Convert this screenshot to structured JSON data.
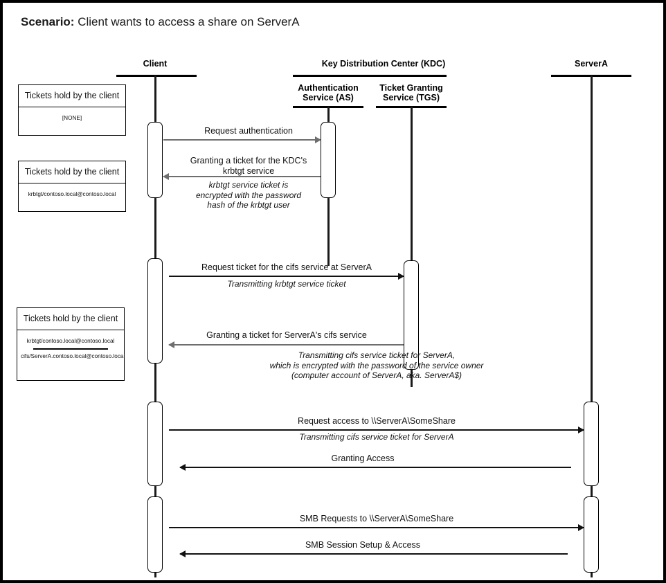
{
  "title": {
    "prefix": "Scenario:",
    "text": " Client wants to access a share on ServerA"
  },
  "lifelines": [
    {
      "id": "client",
      "label": "Client"
    },
    {
      "id": "kdc",
      "label": "Key Distribution Center (KDC)"
    },
    {
      "id": "as",
      "label": "Authentication\nService (AS)"
    },
    {
      "id": "tgs",
      "label": "Ticket Granting\nService (TGS)"
    },
    {
      "id": "servera",
      "label": "ServerA"
    }
  ],
  "ticket_boxes": [
    {
      "id": "tickets-initial",
      "header": "Tickets hold by the client",
      "items": [
        "[NONE]"
      ]
    },
    {
      "id": "tickets-after-as",
      "header": "Tickets hold by the client",
      "items": [
        "krbtgt/contoso.local@contoso.local"
      ]
    },
    {
      "id": "tickets-after-tgs",
      "header": "Tickets hold by the client",
      "items": [
        "krbtgt/contoso.local@contoso.local",
        "cifs/ServerA.contoso.local@contoso.local"
      ]
    }
  ],
  "messages": [
    {
      "id": "request-authentication",
      "label": "Request authentication",
      "sub": "",
      "from": "client",
      "to": "as",
      "direction": "right",
      "color": "gray"
    },
    {
      "id": "granting-krbtgt-ticket",
      "label": "Granting a ticket for the KDC's\nkrbtgt service",
      "sub": "krbtgt service ticket is\nencrypted with the password\nhash of the krbtgt user",
      "from": "as",
      "to": "client",
      "direction": "left",
      "color": "gray"
    },
    {
      "id": "request-cifs-ticket",
      "label": "Request ticket for the cifs service at ServerA",
      "sub": "Transmitting krbtgt service ticket",
      "from": "client",
      "to": "tgs",
      "direction": "right",
      "color": "black"
    },
    {
      "id": "granting-cifs-ticket",
      "label": "Granting a ticket for ServerA's cifs service",
      "sub": "Transmitting cifs service ticket for ServerA,\nwhich is encrypted with the password of the service owner\n(computer account of ServerA, aka. ServerA$)",
      "from": "tgs",
      "to": "client",
      "direction": "left",
      "color": "gray"
    },
    {
      "id": "request-share-access",
      "label": "Request access to \\\\ServerA\\SomeShare",
      "sub": "Transmitting cifs service ticket for ServerA",
      "from": "client",
      "to": "servera",
      "direction": "right",
      "color": "black"
    },
    {
      "id": "granting-access",
      "label": "Granting Access",
      "sub": "",
      "from": "servera",
      "to": "client",
      "direction": "left",
      "color": "black"
    },
    {
      "id": "smb-requests",
      "label": "SMB Requests to \\\\ServerA\\SomeShare",
      "sub": "",
      "from": "client",
      "to": "servera",
      "direction": "right",
      "color": "black"
    },
    {
      "id": "smb-session-setup",
      "label": "SMB Session Setup & Access",
      "sub": "",
      "from": "servera",
      "to": "client",
      "direction": "left",
      "color": "black"
    }
  ],
  "colors": {
    "border": "#000000",
    "lifeline": "#1a1a1a",
    "arrow_gray": "#6e6e6e",
    "arrow_black": "#111111",
    "background": "#ffffff"
  }
}
